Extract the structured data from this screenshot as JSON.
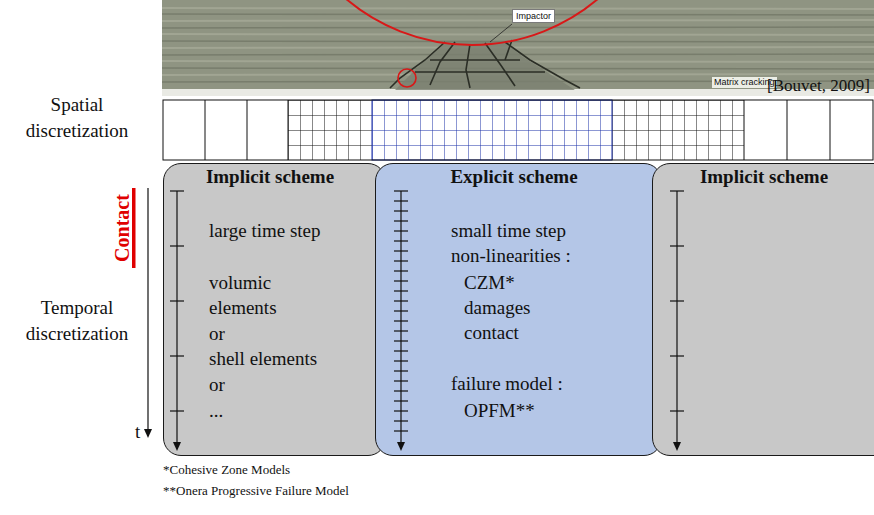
{
  "diagram": {
    "nodes": [
      {
        "text": [
          "Impactor"
        ]
      },
      {
        "text": [
          "Implicit scheme",
          "large time step",
          "volumic",
          "elements",
          "or",
          "shell elements",
          "or",
          "..."
        ]
      },
      {
        "text": [
          "Explicit scheme",
          "small time step",
          "non-linearities :",
          "CZM*",
          "damages",
          "contact",
          "failure model :",
          "OPFM**"
        ]
      },
      {
        "text": [
          "Implicit scheme"
        ]
      }
    ],
    "labels": [
      "Matrix cracking",
      "[Bouvet, 2009]",
      "Spatial discretization",
      "Contact",
      "Temporal discretization",
      "t",
      "*Cohesive Zone Models",
      "**Onera Progressive Failure Model"
    ]
  }
}
